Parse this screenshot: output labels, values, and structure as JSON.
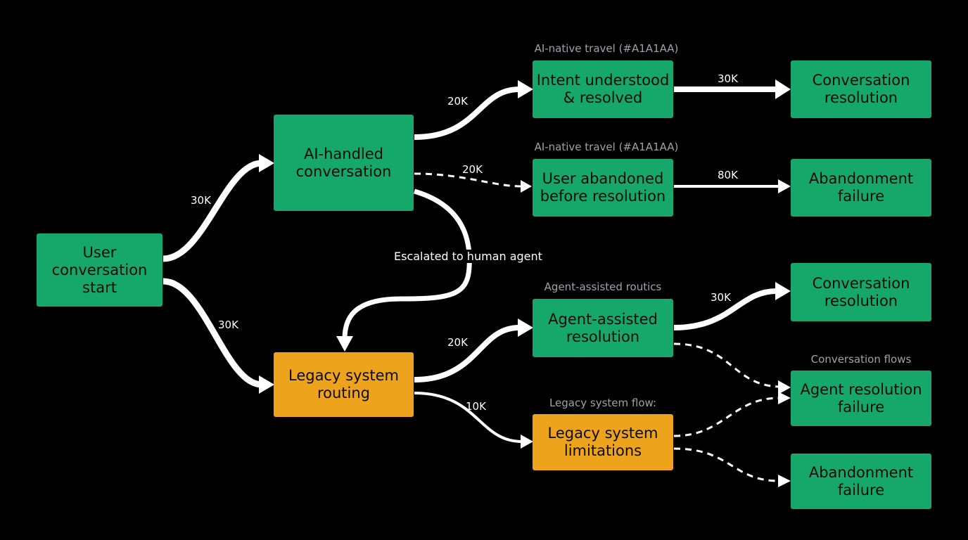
{
  "nodes": {
    "start": "User\nconversation\nstart",
    "ai_handled": "AI-handled\nconversation",
    "legacy_routing": "Legacy system\nrouting",
    "intent_resolved": "Intent understood\n& resolved",
    "user_abandoned": "User abandoned\nbefore resolution",
    "conv_resolution_1": "Conversation\nresolution",
    "abandonment_failure_1": "Abandonment\nfailure",
    "agent_assisted": "Agent-assisted\nresolution",
    "legacy_limitations": "Legacy system\nlimitations",
    "conv_resolution_2": "Conversation\nresolution",
    "agent_resolution_failure": "Agent resolution\nfailure",
    "abandonment_failure_2": "Abandonment\nfailure"
  },
  "captions": {
    "ai_native_1": "AI-native travel (#A1A1AA)",
    "ai_native_2": "AI-native travel (#A1A1AA)",
    "agent_assisted": "Agent-assisted routics",
    "conversation_flows": "Conversation flows",
    "legacy_flows": "Legacy system flow:"
  },
  "edges": {
    "start_to_ai": "30K",
    "start_to_legacy": "30K",
    "ai_to_intent": "20K",
    "ai_to_abandoned": "20K",
    "intent_to_resolution": "30K",
    "abandoned_to_failure": "80K",
    "legacy_to_agent": "20K",
    "legacy_to_limitations": "10K",
    "agent_to_resolution": "30K",
    "escalation": "Escalated to human agent"
  },
  "colors": {
    "node_green": "#15a86a",
    "node_orange": "#eda31c",
    "caption": "#a1a1aa",
    "edge": "#ffffff",
    "background": "#000000"
  }
}
